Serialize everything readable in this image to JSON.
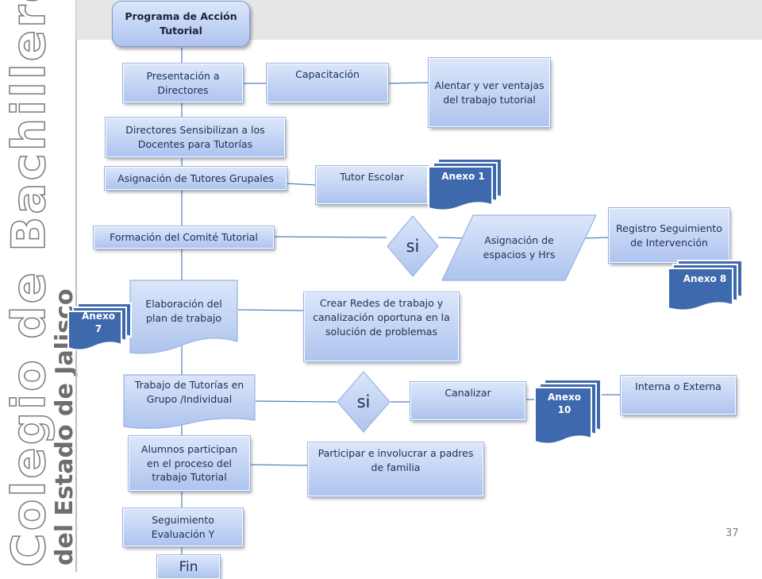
{
  "sidebar": {
    "line1": "Colegio de Bachilleres",
    "line2": "del Estado de Jalisco"
  },
  "flow": {
    "title": "Programa de Acción Tutorial",
    "presentacion": "Presentación a Directores",
    "capacitacion": "Capacitación",
    "alentar": "Alentar y ver ventajas del trabajo tutorial",
    "directores": "Directores Sensibilizan a los Docentes para Tutorías",
    "asignacion_tutores": "Asignación de Tutores Grupales",
    "tutor_escolar": "Tutor Escolar",
    "formacion": "Formación del Comité Tutorial",
    "decision1": "si",
    "asignacion_espacios": "Asignación de espacios y Hrs",
    "registro": "Registro Seguimiento de Intervención",
    "elaboracion": "Elaboración del plan de trabajo",
    "crear_redes": "Crear Redes  de trabajo y canalización oportuna  en la solución de problemas",
    "trabajo_tutorias": "Trabajo de Tutorías en Grupo /Individual",
    "decision2": "si",
    "canalizar": "Canalizar",
    "interna": "Interna o Externa",
    "alumnos": "Alumnos participan en el proceso del trabajo Tutorial",
    "participar": "Participar e involucrar a padres de familia",
    "seguimiento": "Seguimiento Evaluación Y",
    "fin": "Fin"
  },
  "anexos": {
    "a1": "Anexo 1",
    "a8": "Anexo 8",
    "a7_line1": "Anexo",
    "a7_line2": "7",
    "a10_line1": "Anexo",
    "a10_line2": "10"
  },
  "page_number": "37",
  "colors": {
    "box_fill_top": "#dbe6fa",
    "box_fill_bottom": "#aec4ef",
    "anexo_fill": "#3f69ad",
    "connector": "#4f81bd",
    "sidebar_text": "#6e6e6e"
  }
}
